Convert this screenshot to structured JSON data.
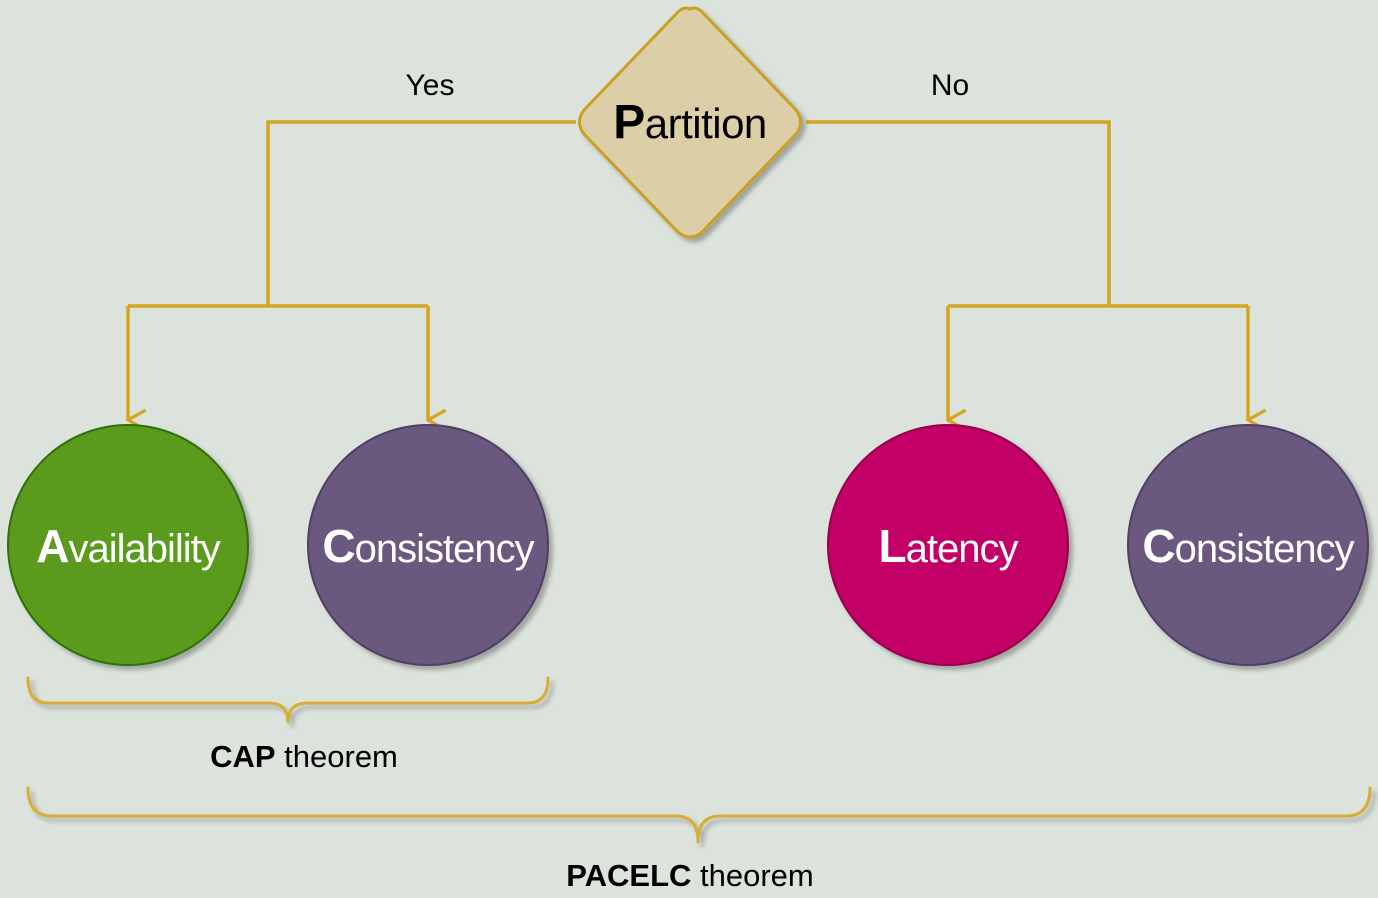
{
  "decision": {
    "initial": "P",
    "rest": "artition",
    "fill": "#dccfa8",
    "stroke": "#c9a021"
  },
  "branches": {
    "yes": "Yes",
    "no": "No"
  },
  "nodes": [
    {
      "initial": "A",
      "rest": "vailability",
      "fill": "#5a9a1a",
      "stroke": "#2f6f0a"
    },
    {
      "initial": "C",
      "rest": "onsistency",
      "fill": "#6b587e",
      "stroke": "#4f3f63"
    },
    {
      "initial": "L",
      "rest": "atency",
      "fill": "#c20066",
      "stroke": "#96004e"
    },
    {
      "initial": "C",
      "rest": "onsistency",
      "fill": "#6b587e",
      "stroke": "#4f3f63"
    }
  ],
  "cap": {
    "strong": "CAP",
    "rest": " theorem"
  },
  "pacelc": {
    "strong": "PACELC",
    "rest": " theorem"
  },
  "colors": {
    "background": "#dce3dc",
    "connector": "#d5a521",
    "brace": "#d8ad35"
  }
}
